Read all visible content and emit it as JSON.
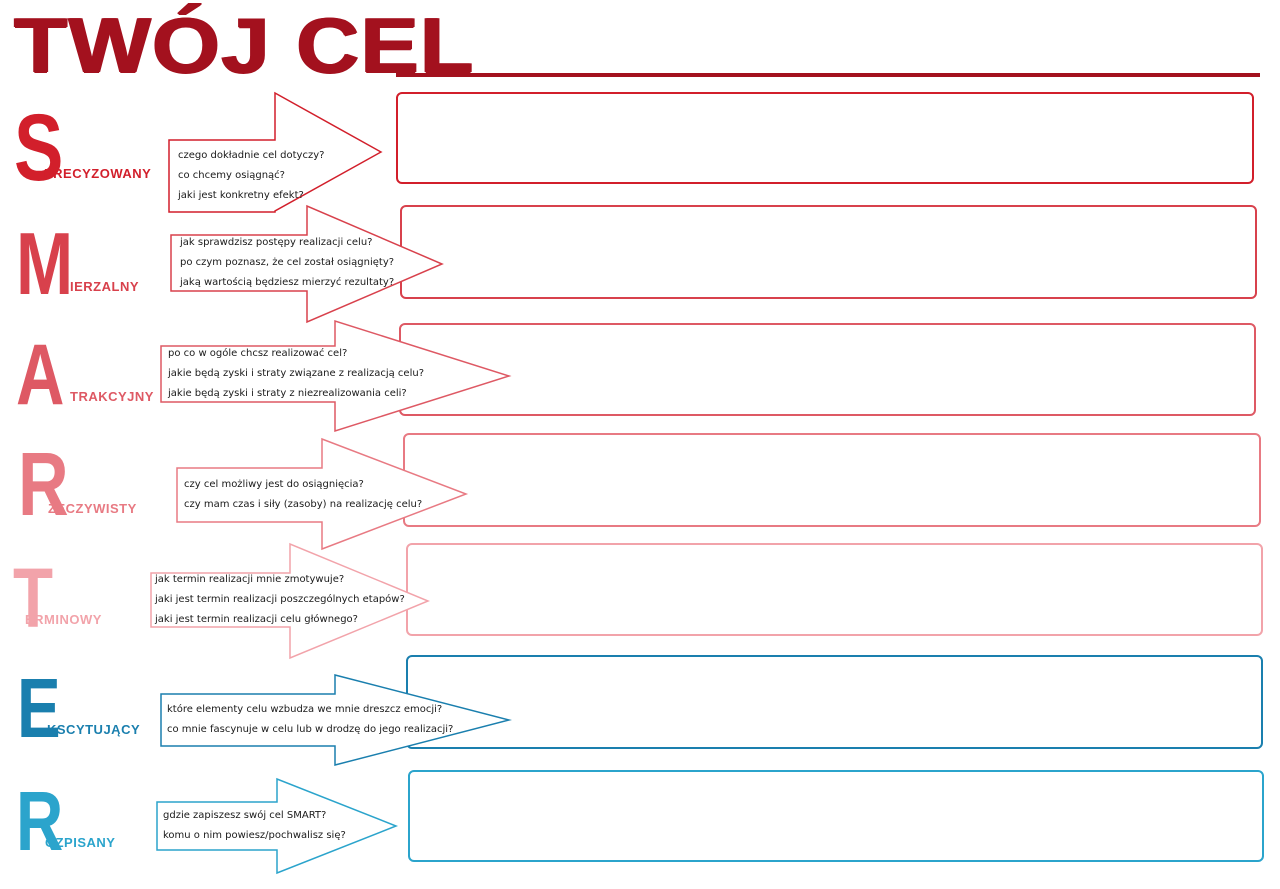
{
  "title": "TWÓJ CEL",
  "rows": [
    {
      "id": "s",
      "letter": "S",
      "word": "PRECYZOWANY",
      "color": "#d21f2b",
      "questions": [
        "czego dokładnie cel dotyczy?",
        "co chcemy osiągnąć?",
        "jaki jest konkretny efekt?"
      ]
    },
    {
      "id": "m",
      "letter": "M",
      "word": "IERZALNY",
      "color": "#d8414c",
      "questions": [
        "jak sprawdzisz postępy realizacji celu?",
        "po czym poznasz, że cel został osiągnięty?",
        "jaką wartością będziesz mierzyć rezultaty?"
      ]
    },
    {
      "id": "a",
      "letter": "A",
      "word": "TRAKCYJNY",
      "color": "#de5964",
      "questions": [
        "po co w ogóle chcsz realizować cel?",
        "jakie będą zyski i straty związane z realizacją celu?",
        "jakie będą zyski i straty z niezrealizowania celi?"
      ]
    },
    {
      "id": "r1",
      "letter": "R",
      "word": "ZECZYWISTY",
      "color": "#e87a83",
      "questions": [
        "czy cel możliwy jest do osiągnięcia?",
        "czy mam czas i siły (zasoby) na realizację celu?"
      ]
    },
    {
      "id": "t",
      "letter": "T",
      "word": "ERMINOWY",
      "color": "#f2a3aa",
      "questions": [
        "jak termin realizacji mnie zmotywuje?",
        "jaki jest termin realizacji poszczególnych etapów?",
        "jaki jest termin realizacji celu głównego?"
      ]
    },
    {
      "id": "e",
      "letter": "E",
      "word": "KSCYTUJĄCY",
      "color": "#1a7fae",
      "questions": [
        "które elementy celu wzbudza we mnie dreszcz emocji?",
        "co mnie fascynuje w celu lub w drodzę do jego realizacji?"
      ]
    },
    {
      "id": "r2",
      "letter": "R",
      "word": "OZPISANY",
      "color": "#2ba4cc",
      "questions": [
        "gdzie zapiszesz swój cel SMART?",
        "komu o nim powiesz/pochwalisz się?"
      ]
    }
  ]
}
